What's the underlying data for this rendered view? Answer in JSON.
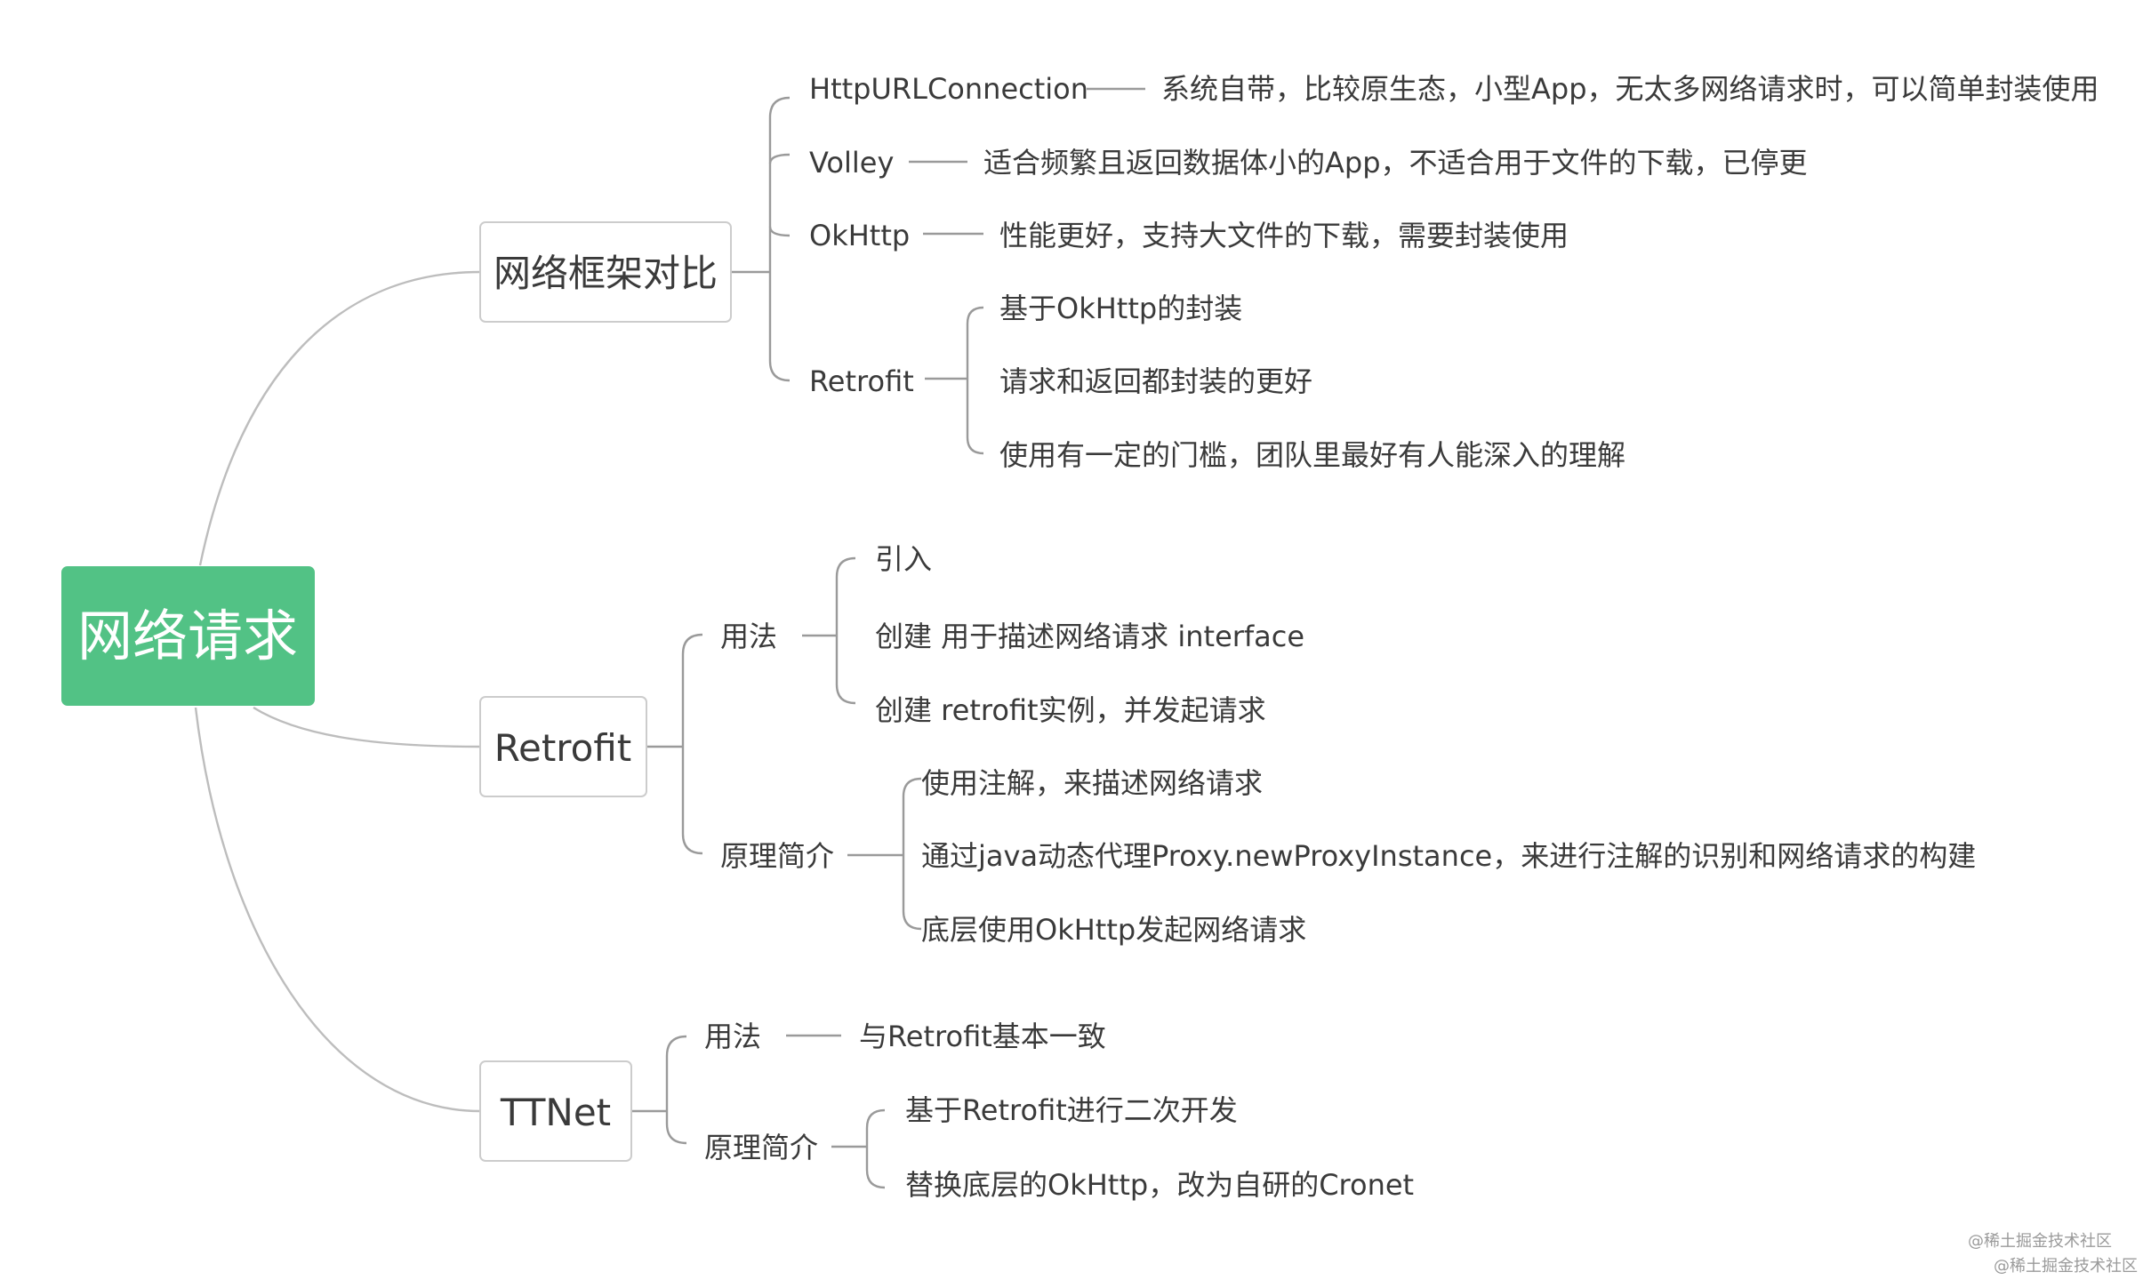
{
  "root": {
    "label": "网络请求",
    "color": "#52c285"
  },
  "branches": {
    "framework": {
      "label": "网络框架对比",
      "items": {
        "http": {
          "name": "HttpURLConnection",
          "desc": "系统自带，比较原生态，小型App，无太多网络请求时，可以简单封装使用"
        },
        "volley": {
          "name": "Volley",
          "desc": "适合频繁且返回数据体小的App，不适合用于文件的下载，已停更"
        },
        "okhttp": {
          "name": "OkHttp",
          "desc": "性能更好，支持大文件的下载，需要封装使用"
        },
        "retrofit": {
          "name": "Retrofit",
          "details": [
            "基于OkHttp的封装",
            "请求和返回都封装的更好",
            "使用有一定的门槛，团队里最好有人能深入的理解"
          ]
        }
      }
    },
    "retrofit": {
      "label": "Retrofit",
      "usage": {
        "label": "用法",
        "items": [
          "引入",
          "创建 用于描述网络请求 interface",
          "创建 retrofit实例，并发起请求"
        ]
      },
      "principle": {
        "label": "原理简介",
        "items": [
          "使用注解，来描述网络请求",
          "通过java动态代理Proxy.newProxyInstance，来进行注解的识别和网络请求的构建",
          "底层使用OkHttp发起网络请求"
        ]
      }
    },
    "ttnet": {
      "label": "TTNet",
      "usage": {
        "label": "用法",
        "desc": "与Retrofit基本一致"
      },
      "principle": {
        "label": "原理简介",
        "items": [
          "基于Retrofit进行二次开发",
          "替换底层的OkHttp，改为自研的Cronet"
        ]
      }
    }
  },
  "watermark": [
    "@稀土掘金技术社区",
    "@稀土掘金技术社区"
  ]
}
